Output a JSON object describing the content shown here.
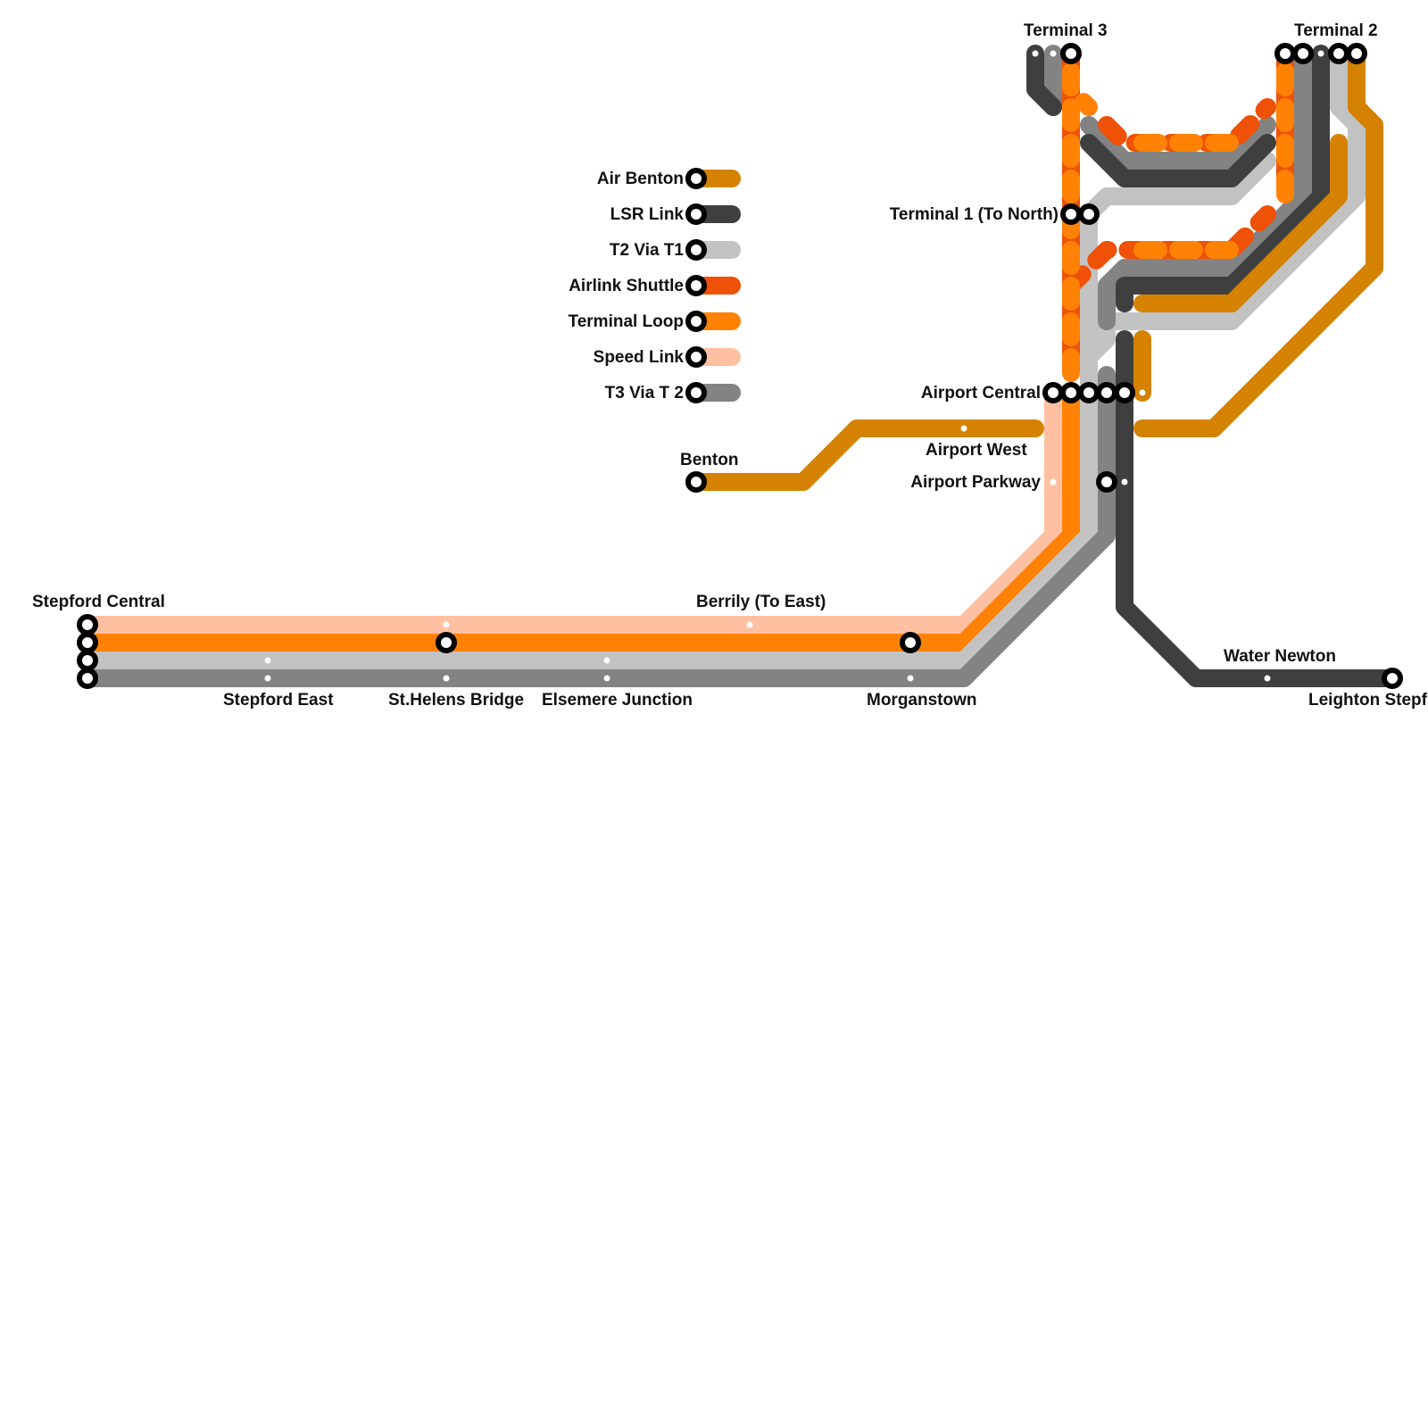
{
  "legend": [
    {
      "name": "Air Benton",
      "color": "#d48200"
    },
    {
      "name": "LSR Link",
      "color": "#3f3f3f"
    },
    {
      "name": "T2 Via T1",
      "color": "#c2c2c2"
    },
    {
      "name": "Airlink Shuttle",
      "color": "#ef5106"
    },
    {
      "name": "Terminal Loop",
      "color": "#ff8205"
    },
    {
      "name": "Speed Link",
      "color": "#ffc0a1"
    },
    {
      "name": "T3 Via T 2",
      "color": "#838383"
    }
  ],
  "stations": {
    "stepford_central": "Stepford Central",
    "stepford_east": "Stepford East",
    "st_helens_bridge": "St.Helens Bridge",
    "elsemere_junction": "Elsemere Junction",
    "berrily": "Berrily (To East)",
    "morganstown": "Morganstown",
    "benton": "Benton",
    "airport_west": "Airport West",
    "airport_parkway": "Airport Parkway",
    "airport_central": "Airport Central",
    "terminal_1": "Terminal 1 (To North)",
    "terminal_2": "Terminal 2",
    "terminal_3": "Terminal 3",
    "water_newton": "Water Newton",
    "leighton_stepford": "Leighton Stepf"
  }
}
